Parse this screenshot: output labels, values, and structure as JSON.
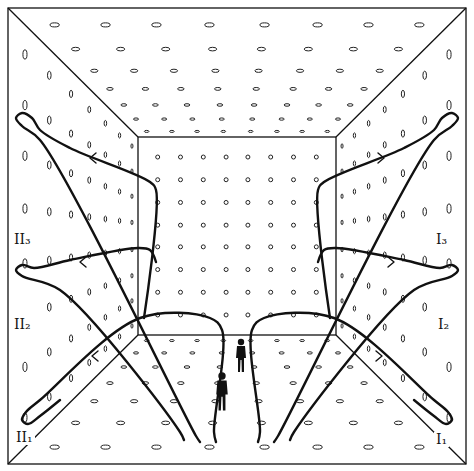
{
  "diagram": {
    "labels": [
      "II₃",
      "I₃",
      "II₂",
      "I₂",
      "II₁",
      "I₁"
    ]
  }
}
